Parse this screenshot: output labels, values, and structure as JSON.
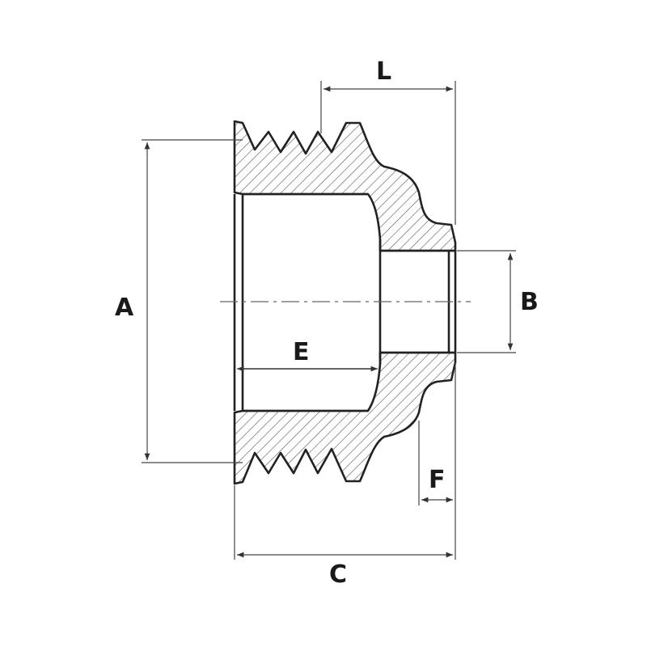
{
  "diagram": {
    "labels": {
      "A": "A",
      "B": "B",
      "C": "C",
      "E": "E",
      "F": "F",
      "L": "L"
    }
  }
}
